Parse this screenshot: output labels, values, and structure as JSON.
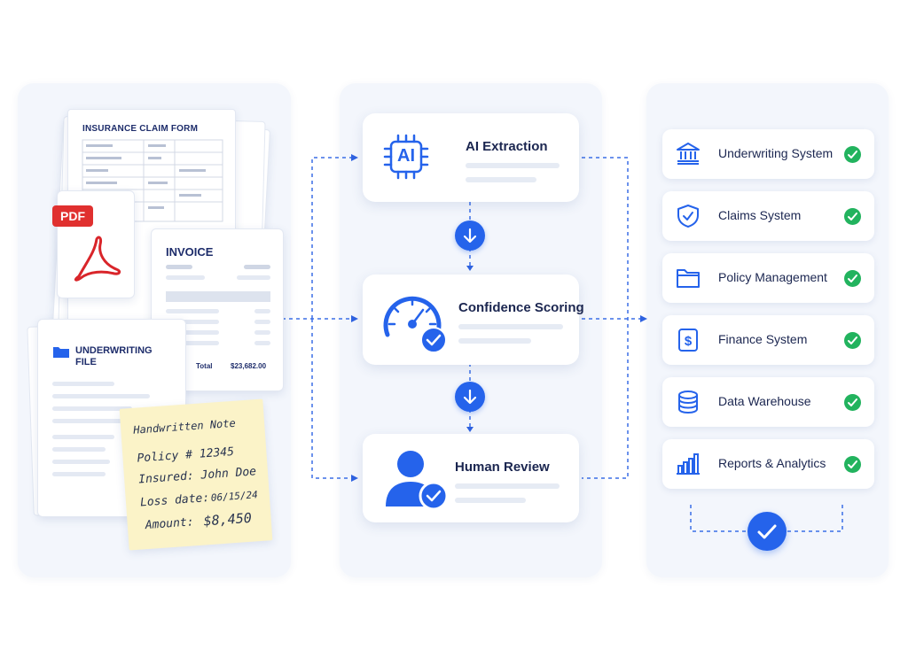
{
  "documents": {
    "claim_form_title": "INSURANCE CLAIM FORM",
    "pdf_badge": "PDF",
    "invoice_title": "INVOICE",
    "invoice_total_label": "Total",
    "invoice_total_value": "$23,682.00",
    "underwriting_title_line1": "UNDERWRITING",
    "underwriting_title_line2": "FILE",
    "note": {
      "title": "Handwritten Note",
      "line1": "Policy # 12345",
      "line2": "Insured: John Doe",
      "line3_label": "Loss date:",
      "line3_value": "06/15/24",
      "line4_label": "Amount:",
      "line4_value": "$8,450"
    }
  },
  "process": {
    "steps": [
      {
        "title": "AI Extraction",
        "icon": "ai-chip-icon",
        "icon_text": "AI"
      },
      {
        "title": "Confidence Scoring",
        "icon": "gauge-icon"
      },
      {
        "title": "Human Review",
        "icon": "person-check-icon"
      }
    ]
  },
  "systems": {
    "items": [
      {
        "label": "Underwriting System",
        "icon": "bank-icon",
        "status": "check"
      },
      {
        "label": "Claims System",
        "icon": "shield-check-icon",
        "status": "check"
      },
      {
        "label": "Policy Management",
        "icon": "folder-icon",
        "status": "check"
      },
      {
        "label": "Finance System",
        "icon": "dollar-icon",
        "status": "check"
      },
      {
        "label": "Data Warehouse",
        "icon": "database-icon",
        "status": "check"
      },
      {
        "label": "Reports & Analytics",
        "icon": "bar-chart-icon",
        "status": "check"
      }
    ],
    "final_status": "check"
  },
  "colors": {
    "accent": "#2563eb",
    "success": "#22b35e",
    "pdf_red": "#e0302f",
    "note_yellow": "#fbf3c8"
  }
}
